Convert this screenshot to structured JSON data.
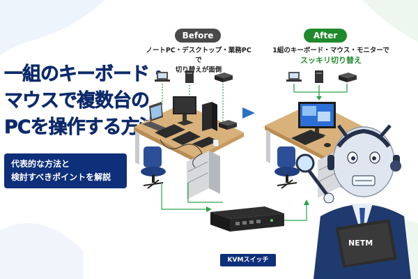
{
  "headline": {
    "line1": "一組のキーボード・",
    "line2": "マウスで複数台の",
    "line3": "PCを操作する方法"
  },
  "subtitle": {
    "line1": "代表的な方法と",
    "line2": "検討すべきポイントを解説"
  },
  "before": {
    "label": "Before",
    "caption_line1": "ノートPC・デスクトップ・業務PCで",
    "caption_line2": "切り替えが面倒"
  },
  "after": {
    "label": "After",
    "caption_line1": "1組のキーボード・マウス・モニターで",
    "caption_line2": "スッキリ切り替え"
  },
  "kvm": {
    "label": "KVMスイッチ"
  },
  "robot": {
    "screen_text": "NETM"
  },
  "colors": {
    "navy": "#0e2f7a",
    "green": "#1f8a2b",
    "dark_pill": "#4a4a4a",
    "desk": "#d8b27a"
  }
}
